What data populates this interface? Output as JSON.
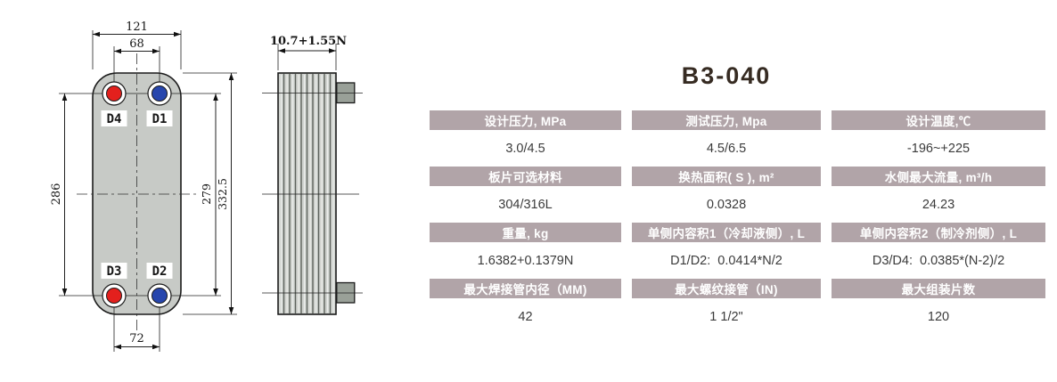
{
  "title": "B3-040",
  "drawing": {
    "front": {
      "dim_width_outer": "121",
      "dim_width_inner": "68",
      "dim_width_bottom": "72",
      "dim_height_left": "286",
      "dim_height_right_inner": "279",
      "dim_height_right_outer": "332.5",
      "ports": {
        "top_left": "D4",
        "top_right": "D1",
        "bottom_left": "D3",
        "bottom_right": "D2"
      }
    },
    "side": {
      "dim_depth": "10.7+1.55N"
    }
  },
  "table": {
    "rows": [
      {
        "cells": [
          {
            "label": "设计压力, MPa",
            "value": "3.0/4.5"
          },
          {
            "label": "测试压力, Mpa",
            "value": "4.5/6.5"
          },
          {
            "label": "设计温度,℃",
            "value": "-196~+225"
          }
        ]
      },
      {
        "cells": [
          {
            "label": "板片可选材料",
            "value": "304/316L"
          },
          {
            "label": "换热面积( S ), m²",
            "value": "0.0328"
          },
          {
            "label": "水侧最大流量, m³/h",
            "value": "24.23"
          }
        ]
      },
      {
        "cells": [
          {
            "label": "重量, kg",
            "value": "1.6382+0.1379N"
          },
          {
            "label": "单侧内容积1（冷却液侧）, L",
            "value": "D1/D2:  0.0414*N/2"
          },
          {
            "label": "单侧内容积2（制冷剂侧）, L",
            "value": "D3/D4:  0.0385*(N-2)/2"
          }
        ]
      },
      {
        "cells": [
          {
            "label": "最大焊接管内径（MM)",
            "value": "42"
          },
          {
            "label": "最大螺纹接管（IN)",
            "value": "1 1/2\""
          },
          {
            "label": "最大组装片数",
            "value": "120"
          }
        ]
      }
    ]
  },
  "colors": {
    "header_bg": "#b1a4a8",
    "port_hot": "#e3201d",
    "port_cold": "#2746ad",
    "label_hot": "#ee6f3c",
    "label_cold": "#2b49b4",
    "title_color": "#362b22"
  }
}
